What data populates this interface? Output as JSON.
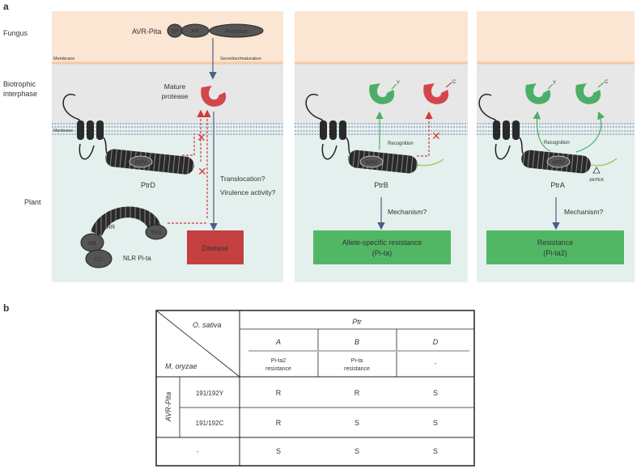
{
  "panel_a": {
    "label": "a",
    "row_labels": {
      "fungus": "Fungus",
      "biotrophic": [
        "Biotrophic",
        "interphase"
      ],
      "plant": "Plant"
    },
    "membrane_top": "Membrane",
    "membrane_plant": "Membrane",
    "secretion": "Secretion/maturation",
    "avr_label": "AVR-Pita",
    "avr_domains": {
      "sp": "SP",
      "pp": "PP",
      "protease": "Protease"
    },
    "mature_protease": [
      "Mature",
      "protease"
    ],
    "arm": "ARM",
    "ptrd": "PtrD",
    "translocation": "Translocation?",
    "virulence": "Virulence activity?",
    "nlr": {
      "lrr": "LRR",
      "trx": "TRX",
      "nb": "NB",
      "cc": "CC",
      "label": "NLR Pi-ta"
    },
    "disease": "Disease",
    "ptrb": "PtrB",
    "recognition": "Recognition",
    "y_tag": "Y",
    "c_tag": "C",
    "mechanism": "Mechanism?",
    "allele_box": [
      "Allele-specific resistance",
      "(Pi-ta)"
    ],
    "ptra": "PtrA",
    "deletion": "ΔKPEK",
    "resistance_box": [
      "Resistance",
      "(Pi-ta2)"
    ]
  },
  "panel_b": {
    "label": "b",
    "corner_top": "O. sativa",
    "corner_bottom": "M. oryzae",
    "ptr_header": "Ptr",
    "columns": [
      {
        "allele": "A",
        "phenotype": [
          "Pi-ta2",
          "resistance"
        ]
      },
      {
        "allele": "B",
        "phenotype": [
          "Pi-ta",
          "resistance"
        ]
      },
      {
        "allele": "D",
        "phenotype": [
          "-"
        ]
      }
    ],
    "row_group": "AVR-Pita",
    "rows": [
      {
        "label": "191/192Y",
        "values": [
          "R",
          "R",
          "S"
        ]
      },
      {
        "label": "191/192C",
        "values": [
          "R",
          "S",
          "S"
        ]
      },
      {
        "label": "-",
        "values": [
          "S",
          "S",
          "S"
        ]
      }
    ]
  },
  "colors": {
    "fungus_bg": "#fbe5d3",
    "interface_bg": "#e7e7e7",
    "plant_bg": "#e4f0ed",
    "protease_red": "#d2474c",
    "protease_green": "#4cae67",
    "disease_box": "#c43f3f",
    "resistance_box": "#52b765",
    "resistant_text": "#3d9a48",
    "susceptible_text": "#d23b3b",
    "receptor_dark": "#2a2a2a",
    "arrow_blue": "#4b5e84"
  }
}
